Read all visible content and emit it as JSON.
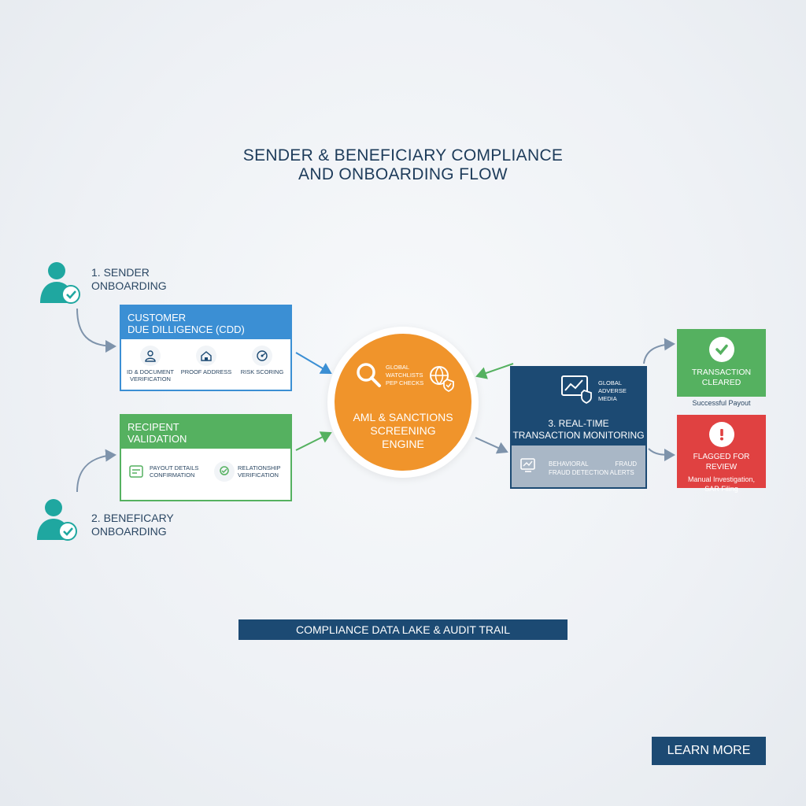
{
  "title": {
    "line1": "SENDER & BENEFICIARY COMPLIANCE",
    "line2": "AND ONBOARDING FLOW"
  },
  "sender": {
    "line1": "1. SENDER",
    "line2": "ONBOARDING",
    "icon": "user-check-icon"
  },
  "beneficiary": {
    "line1": "2. BENEFICARY",
    "line2": "ONBOARDING",
    "icon": "user-check-icon"
  },
  "cdd": {
    "line1": "CUSTOMER",
    "line2": "DUE DILLIGENCE (CDD)",
    "items": [
      {
        "icon": "id-card-icon",
        "line1": "ID & DOCUMENT",
        "line2": "VERIFICATION"
      },
      {
        "icon": "home-address-icon",
        "line1": "PROOF ADDRESS",
        "line2": ""
      },
      {
        "icon": "risk-scoring-icon",
        "line1": "RISK SCORING",
        "line2": ""
      }
    ],
    "color": "#3b8fd4"
  },
  "recipient": {
    "line1": "RECIPENT",
    "line2": "VALIDATION",
    "items": [
      {
        "icon": "payout-details-icon",
        "line1": "PAYOUT DETAILS",
        "line2": "CONFIRMATION"
      },
      {
        "icon": "relationship-icon",
        "line1": "RELATIONSHIP",
        "line2": "VERIFICATION"
      }
    ],
    "color": "#55b160"
  },
  "engine": {
    "sub1": "GLOBAL",
    "sub2": "WATCHLISTS",
    "sub3": "PEP CHECKS",
    "line1": "AML & SANCTIONS",
    "line2": "SCREENING",
    "line3": "ENGINE",
    "color": "#f0942b"
  },
  "monitoring": {
    "sub1": "GLOBAL",
    "sub2": "ADVERSE",
    "sub3": "MEDIA",
    "line1": "3. REAL-TIME",
    "line2": "TRANSACTION MONITORING",
    "bottom1a": "BEHAVIORAL",
    "bottom1b": "FRAUD",
    "bottom2": "FRAUD DETECTION ALERTS",
    "color": "#1c4a73"
  },
  "cleared": {
    "line1": "TRANSACTION",
    "line2": "CLEARED",
    "caption": "Successful Payout",
    "color": "#55b160"
  },
  "flagged": {
    "line1": "FLAGGED FOR REVIEW",
    "sub1": "Manual Investigation,",
    "sub2": "SAR Filing",
    "color": "#e04141"
  },
  "data_lake": "COMPLIANCE DATA LAKE & AUDIT TRAIL",
  "cta": "LEARN MORE"
}
